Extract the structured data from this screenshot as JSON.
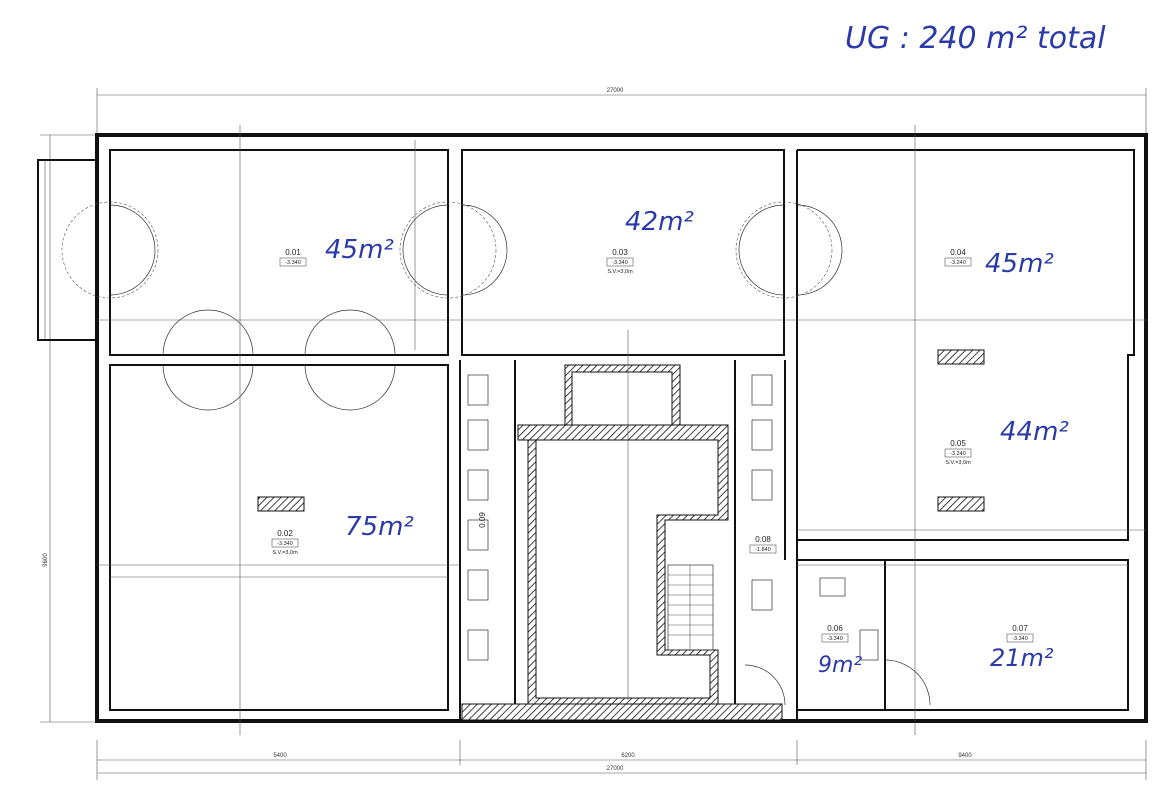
{
  "annotation": {
    "total": "UG : 240 m² total"
  },
  "dimensions": {
    "overall_top": "27000",
    "overall_bottom": "27000",
    "bottom_left": "5400",
    "bottom_mid": "6200",
    "bottom_right": "9400",
    "left_vertical": "9600"
  },
  "rooms": [
    {
      "id": "0.01",
      "level": "-3.340",
      "area": "45m²"
    },
    {
      "id": "0.02",
      "level": "-3.340",
      "height": "S.V.=3,0m",
      "area": "75m²"
    },
    {
      "id": "0.03",
      "level": "-3.340",
      "height": "S.V.=3,0m",
      "area": "42m²"
    },
    {
      "id": "0.04",
      "level": "-3.240",
      "area": "45m²"
    },
    {
      "id": "0.05",
      "level": "-3.240",
      "height": "S.V.=3,0m",
      "area": "44m²"
    },
    {
      "id": "0.06",
      "level": "-3.340",
      "area": "9m²"
    },
    {
      "id": "0.07",
      "level": "-3.340",
      "area": "21m²"
    },
    {
      "id": "0.08",
      "level": "-1.840"
    },
    {
      "id": "0.09"
    }
  ],
  "colors": {
    "ink": "#111111",
    "handwriting": "#2a3aa8"
  }
}
